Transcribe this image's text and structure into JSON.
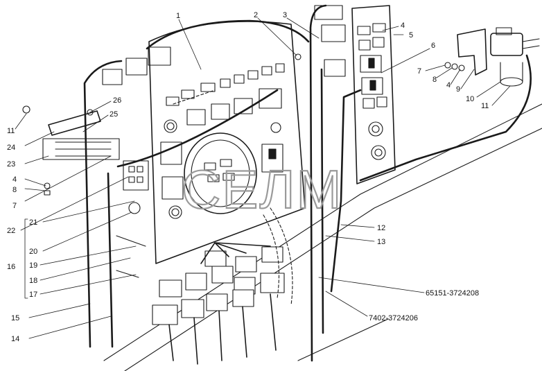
{
  "watermark": "СЕЛМ",
  "callouts": {
    "c1": "1",
    "c2": "2",
    "c3": "3",
    "c4a": "4",
    "c5": "5",
    "c6": "6",
    "c7a": "7",
    "c8a": "8",
    "c4b": "4",
    "c9": "9",
    "c10": "10",
    "c11a": "11",
    "c26": "26",
    "c11b": "11",
    "c25": "25",
    "c24": "24",
    "c23": "23",
    "c4c": "4",
    "c8b": "8",
    "c7b": "7",
    "c22": "22",
    "c21": "21",
    "c20": "20",
    "c16": "16",
    "c19": "19",
    "c18": "18",
    "c17": "17",
    "c15": "15",
    "c14": "14",
    "c12": "12",
    "c13": "13"
  },
  "harness_codes": {
    "main": "65151-3724208",
    "sub": "7402-3724206"
  }
}
